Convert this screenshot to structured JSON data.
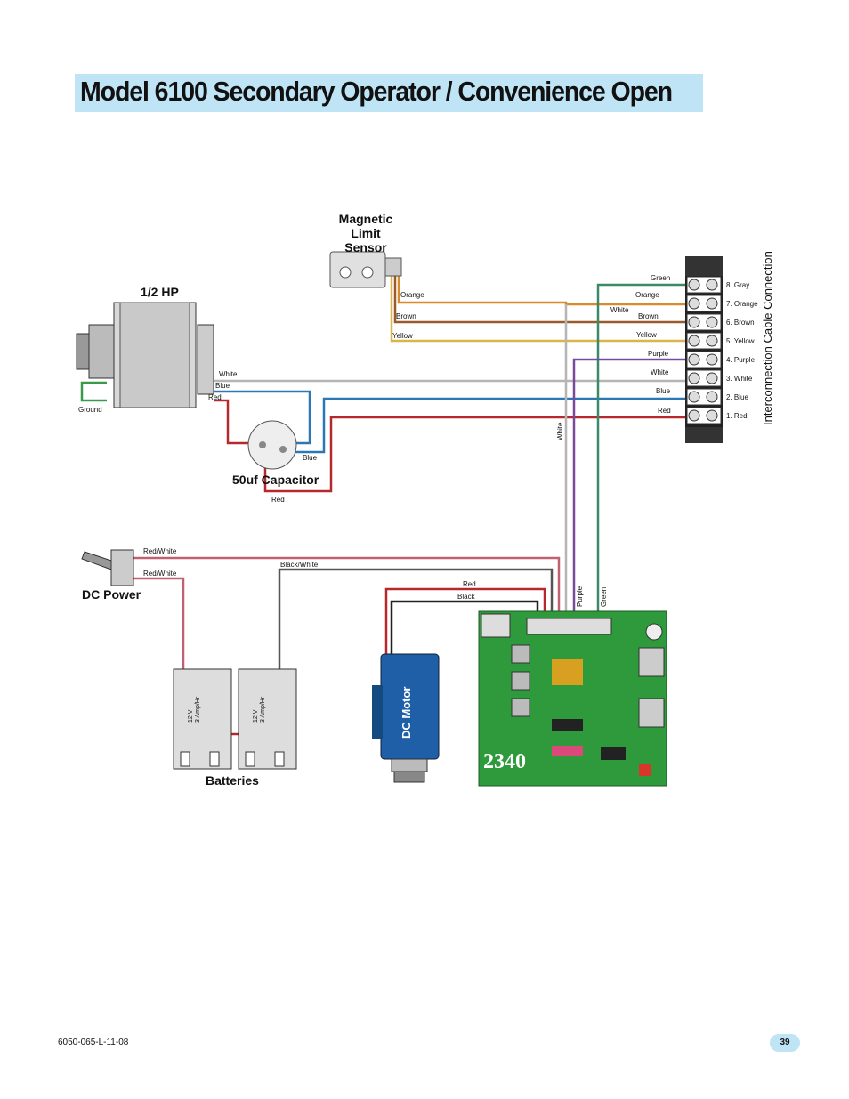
{
  "title": "Model 6100 Secondary Operator / Convenience Open",
  "components": {
    "magnetic_sensor": "Magnetic\nLimit Sensor",
    "motor_hp": "1/2 HP",
    "capacitor": "50uf Capacitor",
    "dc_power": "DC Power",
    "batteries": "Batteries",
    "dc_motor": "DC Motor",
    "board": "2340",
    "interconnection": "Interconnection Cable Connection",
    "battery_left": [
      "12 V",
      "3 Amp/Hr"
    ],
    "battery_right": [
      "12 V",
      "3 Amp/Hr"
    ]
  },
  "terminals": [
    "8. Gray",
    "7. Orange",
    "6. Brown",
    "5. Yellow",
    "4. Purple",
    "3. White",
    "2. Blue",
    "1. Red"
  ],
  "wire_labels": {
    "green": "Green",
    "orange_right": "Orange",
    "white_right": "White",
    "brown_right": "Brown",
    "yellow_right": "Yellow",
    "purple_right": "Purple",
    "white3": "White",
    "blue_right": "Blue",
    "red_right": "Red",
    "orange_left": "Orange",
    "brown_left": "Brown",
    "yellow_left": "Yellow",
    "white_motor": "White",
    "blue_motor": "Blue",
    "red_motor": "Red",
    "ground": "Ground",
    "cap_blue": "Blue",
    "cap_red": "Red",
    "redwhite1": "Red/White",
    "redwhite2": "Red/White",
    "blackwhite": "Black/White",
    "dc_red": "Red",
    "dc_black": "Black",
    "white_vert": "White",
    "purple_vert": "Purple",
    "green_vert": "Green"
  },
  "colors": {
    "title_bg": "#bfe4f5",
    "board_green": "#2f9a3c",
    "dc_motor_blue": "#1f5fa8"
  },
  "footer": {
    "doc_code": "6050-065-L-11-08",
    "page_number": "39"
  }
}
